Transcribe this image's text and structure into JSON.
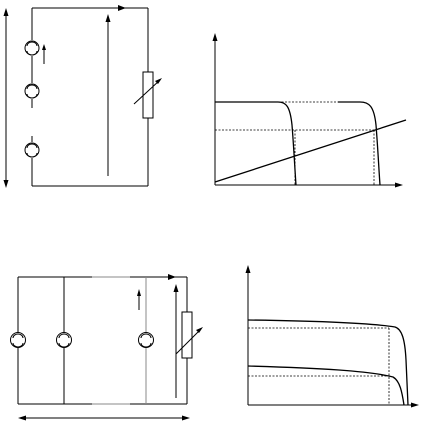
{
  "diagrams": [
    {
      "name": "series-cell-circuit",
      "cells_shown": 3,
      "connection": "series"
    },
    {
      "name": "series-iv-chart",
      "curves": 2,
      "has_load_line": true
    },
    {
      "name": "parallel-cell-circuit",
      "cells_shown": 3,
      "connection": "parallel"
    },
    {
      "name": "parallel-iv-chart",
      "curves": 2
    }
  ],
  "colors": {
    "line": "#000000",
    "gap_wire": "#888888",
    "background": "#ffffff"
  }
}
